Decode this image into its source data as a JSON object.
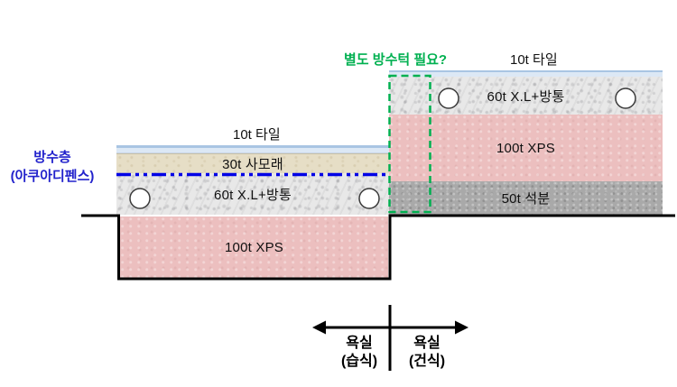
{
  "diagram": {
    "waterproof_label": {
      "line1": "방수층",
      "line2": "(아쿠아디펜스)"
    },
    "curb_question": "별도 방수턱 필요?",
    "left": {
      "tile_label": "10t 타일",
      "layers": {
        "sand": "30t 사모래",
        "xl": "60t X.L+방통",
        "xps": "100t XPS"
      }
    },
    "right": {
      "tile_label": "10t 타일",
      "layers": {
        "xl": "60t X.L+방통",
        "xps": "100t XPS",
        "stone": "50t 석분"
      }
    },
    "zones": {
      "wet": {
        "line1": "욕실",
        "line2": "(습식)"
      },
      "dry": {
        "line1": "욕실",
        "line2": "(건식)"
      }
    },
    "colors": {
      "tile_face": "#dce8f5",
      "tile_edge": "#a9c5e3",
      "sand": "#e6dec6",
      "xl_screed": "#e8e8e8",
      "xps": "#ecbfbf",
      "stone_dust": "#a9a9a9",
      "waterproof_line": "#0000e6",
      "curb_green": "#00b050",
      "note_blue": "#2222cc",
      "outline": "#000000"
    }
  }
}
